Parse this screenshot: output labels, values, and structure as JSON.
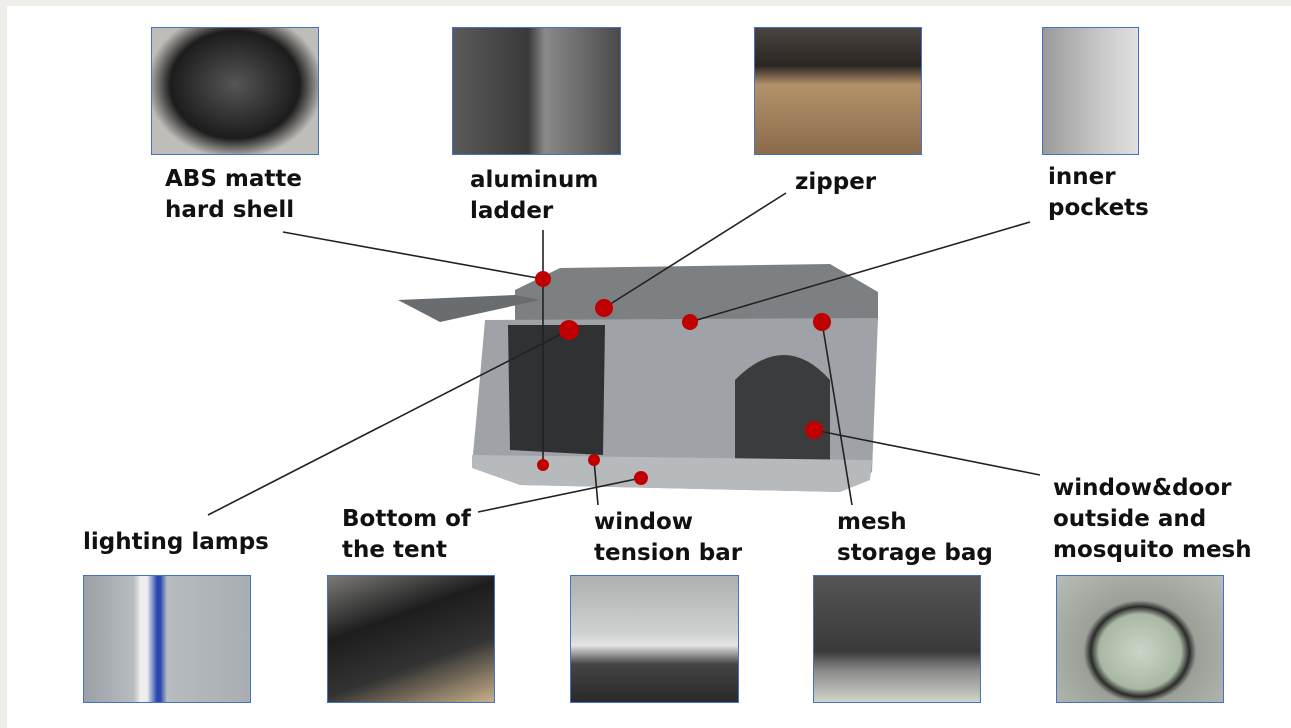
{
  "labels": {
    "shell": [
      "ABS matte",
      "hard shell"
    ],
    "ladder": [
      "aluminum",
      "ladder"
    ],
    "zipper": [
      "zipper"
    ],
    "pockets": [
      "inner",
      "pockets"
    ],
    "lamps": [
      "lighting lamps"
    ],
    "bottom": [
      "Bottom of",
      "the tent"
    ],
    "tension": [
      "window",
      "tension bar"
    ],
    "mesh": [
      "mesh",
      "storage bag"
    ],
    "window": [
      "window&door",
      "outside and",
      "mosquito mesh"
    ]
  },
  "colors": {
    "border": "#4472c4",
    "dot": "#c00000",
    "line": "#222222"
  }
}
